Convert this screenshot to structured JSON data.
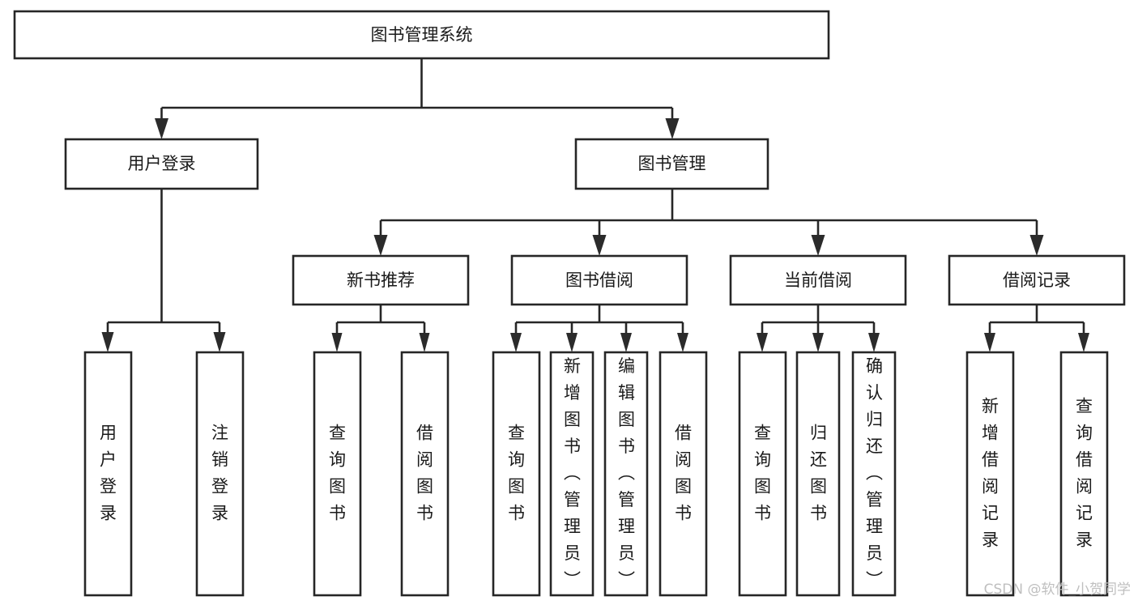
{
  "diagram": {
    "title": "图书管理系统",
    "type": "tree-structure-chart",
    "orientation": "top-down",
    "colors": {
      "background": "#ffffff",
      "box_fill": "#ffffff",
      "box_stroke": "#262626",
      "text": "#1a1a1a",
      "watermark": "#bfbfbf"
    },
    "root": {
      "label": "图书管理系统",
      "text_orientation": "horizontal"
    },
    "level2": [
      {
        "label": "用户登录",
        "text_orientation": "horizontal"
      },
      {
        "label": "图书管理",
        "text_orientation": "horizontal"
      }
    ],
    "level3": [
      {
        "label": "新书推荐",
        "text_orientation": "horizontal",
        "parent": "图书管理"
      },
      {
        "label": "图书借阅",
        "text_orientation": "horizontal",
        "parent": "图书管理"
      },
      {
        "label": "当前借阅",
        "text_orientation": "horizontal",
        "parent": "图书管理"
      },
      {
        "label": "借阅记录",
        "text_orientation": "horizontal",
        "parent": "图书管理"
      }
    ],
    "leaves": {
      "用户登录": [
        {
          "label": "用户登录",
          "text_orientation": "vertical"
        },
        {
          "label": "注销登录",
          "text_orientation": "vertical"
        }
      ],
      "新书推荐": [
        {
          "label": "查询图书",
          "text_orientation": "vertical"
        },
        {
          "label": "借阅图书",
          "text_orientation": "vertical"
        }
      ],
      "图书借阅": [
        {
          "label": "查询图书",
          "text_orientation": "vertical"
        },
        {
          "label": "新增图书（管理员）",
          "text_orientation": "vertical"
        },
        {
          "label": "编辑图书（管理员）",
          "text_orientation": "vertical"
        },
        {
          "label": "借阅图书",
          "text_orientation": "vertical"
        }
      ],
      "当前借阅": [
        {
          "label": "查询图书",
          "text_orientation": "vertical"
        },
        {
          "label": "归还图书",
          "text_orientation": "vertical"
        },
        {
          "label": "确认归还（管理员）",
          "text_orientation": "vertical"
        }
      ],
      "借阅记录": [
        {
          "label": "新增借阅记录",
          "text_orientation": "vertical"
        },
        {
          "label": "查询借阅记录",
          "text_orientation": "vertical"
        }
      ]
    }
  },
  "watermark": {
    "text": "CSDN @软件_小贺同学"
  }
}
